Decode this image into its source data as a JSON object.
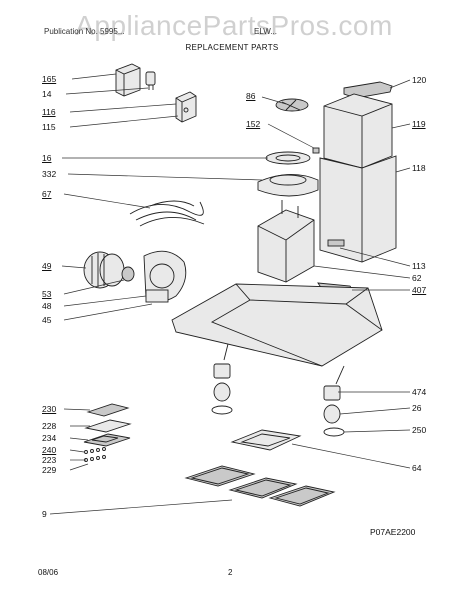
{
  "watermark": "AppliancePartsPros.com",
  "header": {
    "left": "Publication No. 5995...",
    "model": "ELW...",
    "section": "REPLACEMENT PARTS"
  },
  "callouts": {
    "c165": "165",
    "c14": "14",
    "c116": "116",
    "c115": "115",
    "c16": "16",
    "c332": "332",
    "c67": "67",
    "c49": "49",
    "c53": "53",
    "c48": "48",
    "c45": "45",
    "c86": "86",
    "c152": "152",
    "c120": "120",
    "c119": "119",
    "c118": "118",
    "c113": "113",
    "c62": "62",
    "c407": "407",
    "c474": "474",
    "c26": "26",
    "c250": "250",
    "c64": "64",
    "c230": "230",
    "c228": "228",
    "c234": "234",
    "c240": "240",
    "c223": "223",
    "c229": "229",
    "c9": "9"
  },
  "diagram_code": "P07AE2200",
  "footer": {
    "date": "08/06",
    "page": "2"
  }
}
